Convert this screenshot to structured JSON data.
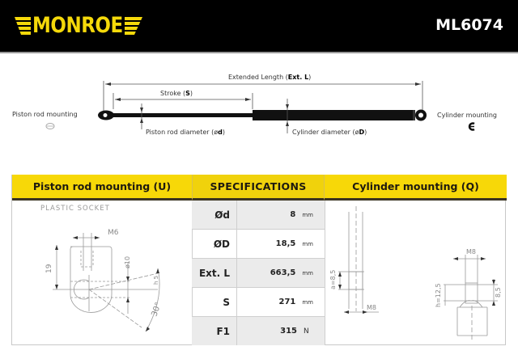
{
  "header": {
    "brand": "MONROE",
    "part_number": "ML6074",
    "brand_color": "#f5d90a",
    "background": "#000000"
  },
  "diagram": {
    "extended_length_label": "Extended Length (",
    "extended_length_symbol": "Ext. L",
    "stroke_label": "Stroke (",
    "stroke_symbol": "S",
    "piston_rod_mounting": "Piston rod mounting",
    "piston_rod_diameter_label": "Piston rod diameter (ø",
    "piston_rod_diameter_symbol": "d",
    "cylinder_diameter_label": "Cylinder diameter (ø",
    "cylinder_diameter_symbol": "D",
    "cylinder_mounting": "Cylinder mounting",
    "close_paren": ")"
  },
  "table": {
    "headers": {
      "left": "Piston rod mounting (U)",
      "middle": "SPECIFICATIONS",
      "right": "Cylinder mounting (Q)"
    },
    "header_color": "#f7d808",
    "left_panel": {
      "label": "PLASTIC SOCKET",
      "dims": [
        "M6",
        "19",
        "ø10",
        "h 5",
        "30°"
      ]
    },
    "right_panel": {
      "dims": [
        "a=8,5",
        "M8",
        "M8",
        "h=12,5",
        "8,5"
      ]
    },
    "specs": [
      {
        "key": "Ød",
        "value": "8",
        "unit": "mm"
      },
      {
        "key": "ØD",
        "value": "18,5",
        "unit": "mm"
      },
      {
        "key": "Ext. L",
        "value": "663,5",
        "unit": "mm"
      },
      {
        "key": "S",
        "value": "271",
        "unit": "mm"
      },
      {
        "key": "F1",
        "value": "315",
        "unit": "N"
      }
    ]
  }
}
